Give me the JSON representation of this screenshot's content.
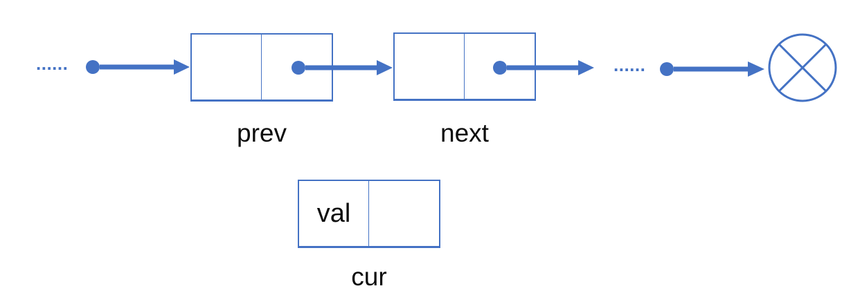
{
  "colors": {
    "accent": "#4472C4",
    "label_text": "#0d0d0d",
    "background": "#FFFFFF"
  },
  "ellipses": {
    "left": "......",
    "right": "......"
  },
  "nodes": [
    {
      "id": "prev",
      "label": "prev",
      "cells": [
        "",
        ""
      ]
    },
    {
      "id": "next",
      "label": "next",
      "cells": [
        "",
        ""
      ]
    },
    {
      "id": "cur",
      "label": "cur",
      "cells": [
        "val",
        ""
      ]
    }
  ]
}
